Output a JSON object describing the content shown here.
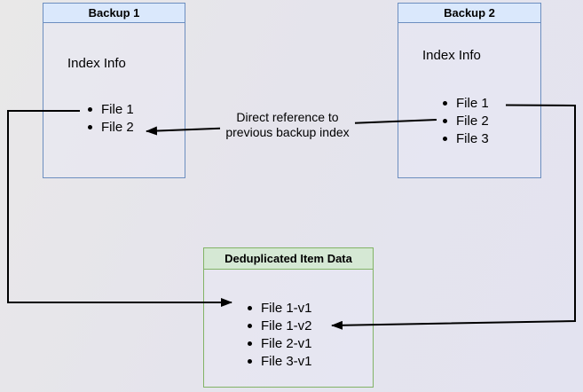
{
  "backup1": {
    "title": "Backup 1",
    "index_label": "Index Info",
    "items": [
      "File 1",
      "File 2"
    ]
  },
  "backup2": {
    "title": "Backup 2",
    "index_label": "Index Info",
    "items": [
      "File 1",
      "File 2",
      "File 3"
    ]
  },
  "dedup": {
    "title": "Deduplicated Item Data",
    "items": [
      "File 1-v1",
      "File 1-v2",
      "File 2-v1",
      "File 3-v1"
    ]
  },
  "annotation": {
    "line1": "Direct reference to",
    "line2": "previous backup index"
  },
  "arrows": [
    {
      "from": "backup2 File 2",
      "to": "backup1 File 2",
      "label": "Direct reference to previous backup index"
    },
    {
      "from": "backup1 File 1",
      "to": "dedup File 1-v1",
      "label": ""
    },
    {
      "from": "backup2 File 1",
      "to": "dedup File 1-v2",
      "label": ""
    }
  ],
  "colors": {
    "blue_header_fill": "#dae8fc",
    "blue_border": "#6c8ebf",
    "green_header_fill": "#d5e8d4",
    "green_border": "#82b366",
    "arrow": "#000000",
    "background_start": "#e9e8e8",
    "background_end": "#e3e3f0"
  }
}
